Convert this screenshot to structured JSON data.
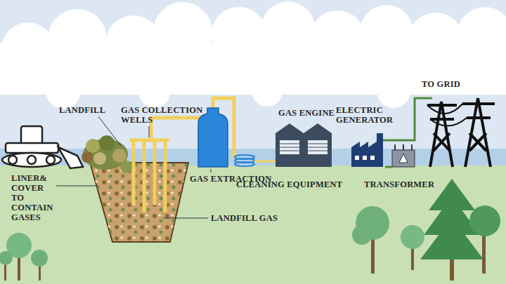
{
  "diagram": {
    "labels": [
      "TO GRID",
      "LANDFILL",
      "GAS COLLECTION WELLS",
      "GAS ENGINE",
      "ELECTRIC GENERATOR",
      "LINER& COVER TO CONTAIN GASES",
      "GAS EXTRACTION",
      "CLEANING EQUIPMENT",
      "TRANSFORMER",
      "LANDFILL GAS"
    ]
  }
}
